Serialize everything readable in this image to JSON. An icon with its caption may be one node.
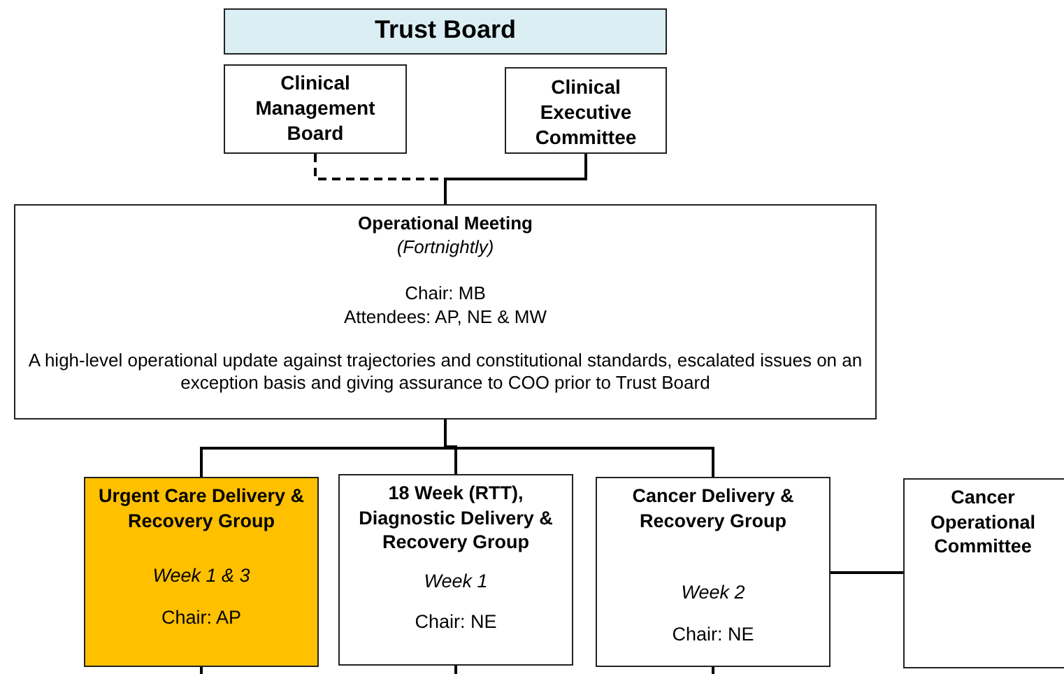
{
  "diagram": {
    "nodes": [
      {
        "text": [
          "Trust Board"
        ]
      },
      {
        "text": [
          "Clinical Management Board"
        ]
      },
      {
        "text": [
          "Clinical Executive Committee"
        ]
      },
      {
        "text": [
          "Operational Meeting",
          "(Fortnightly)",
          "Chair: MB",
          "Attendees: AP, NE & MW",
          "A high-level operational update against trajectories and constitutional standards, escalated issues on an exception basis and giving assurance to COO prior to Trust Board"
        ]
      },
      {
        "text": [
          "Urgent Care Delivery & Recovery  Group",
          "Week 1 & 3",
          "Chair: AP"
        ]
      },
      {
        "text": [
          "18 Week (RTT), Diagnostic Delivery & Recovery Group",
          "Week 1",
          "Chair: NE"
        ]
      },
      {
        "text": [
          "Cancer Delivery & Recovery Group",
          "Week 2",
          "Chair: NE"
        ]
      },
      {
        "text": [
          "Cancer Operational Committee"
        ]
      }
    ],
    "edges": [
      {
        "from": 1,
        "to": 3,
        "arrow": "none",
        "style": "dashed"
      },
      {
        "from": 2,
        "to": 3,
        "arrow": "none"
      },
      {
        "from": 3,
        "to": 4,
        "arrow": "none"
      },
      {
        "from": 3,
        "to": 5,
        "arrow": "none"
      },
      {
        "from": 3,
        "to": 6,
        "arrow": "none"
      },
      {
        "from": 6,
        "to": 7,
        "arrow": "none"
      },
      {
        "from": 4,
        "to": null,
        "arrow": "none"
      },
      {
        "from": 5,
        "to": null,
        "arrow": "none"
      },
      {
        "from": 6,
        "to": null,
        "arrow": "none"
      }
    ]
  }
}
